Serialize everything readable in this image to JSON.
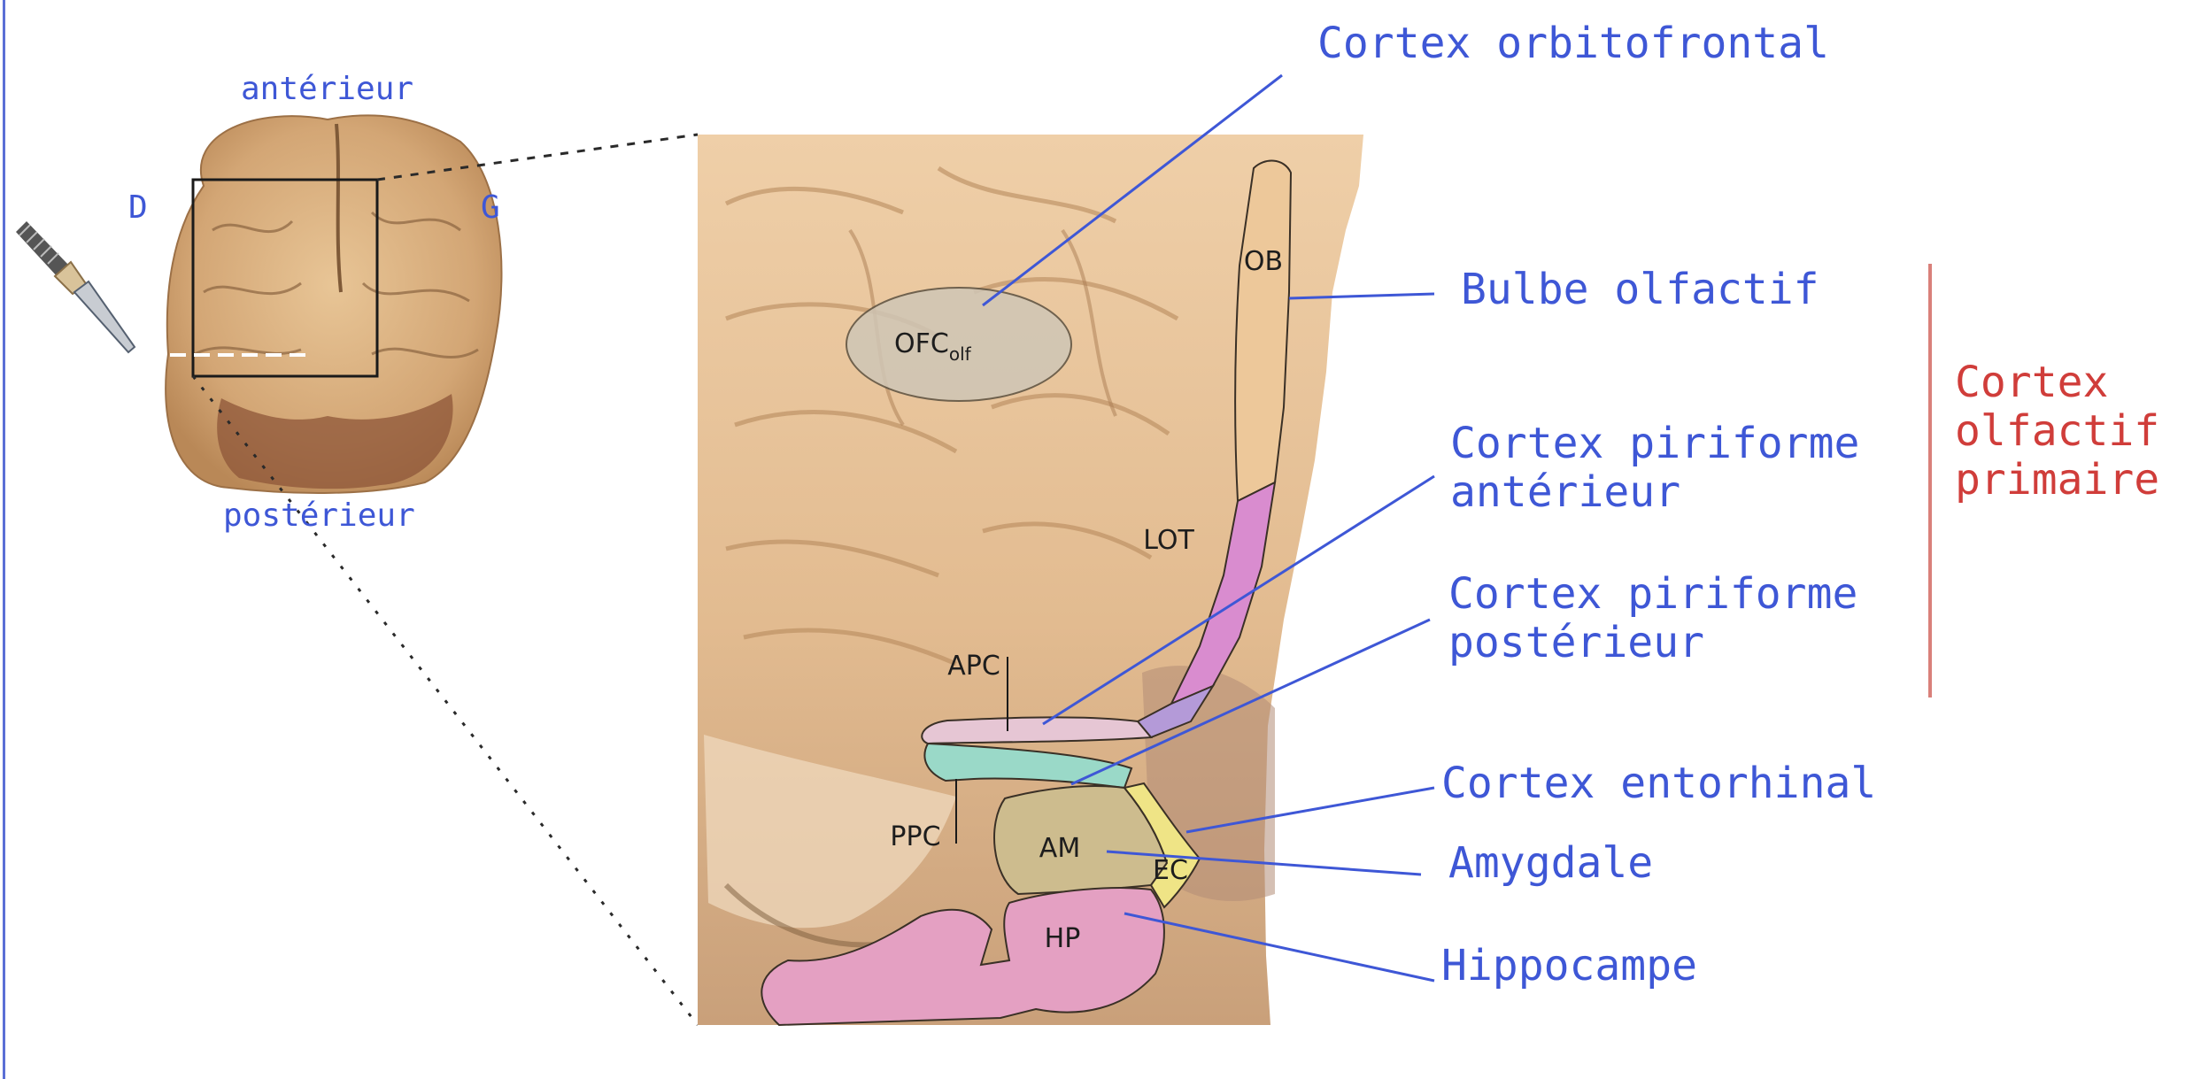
{
  "brain_view": {
    "anterior": "antérieur",
    "posterior": "postérieur",
    "right": "D",
    "left": "G"
  },
  "regions": {
    "ofc": "OFC",
    "ofc_sub": "olf",
    "ob": "OB",
    "lot": "LOT",
    "apc": "APC",
    "ppc": "PPC",
    "am": "AM",
    "ec": "EC",
    "hp": "HP"
  },
  "callouts": {
    "orbitofrontal": "Cortex orbitofrontal",
    "bulbe": "Bulbe olfactif",
    "piriforme_ant": "Cortex piriforme\nantérieur",
    "piriforme_post": "Cortex piriforme\npostérieur",
    "entorhinal": "Cortex entorhinal",
    "amygdale": "Amygdale",
    "hippocampe": "Hippocampe"
  },
  "group_label": "Cortex\nolfactif\nprimaire",
  "colors": {
    "callout_text": "#3e57d6",
    "group_text": "#d03d3a",
    "tissue": "#e8c49c",
    "ob": "#edc89a",
    "lot_pink": "#d98ccf",
    "lot_purple": "#b49ad8",
    "apc": "#e6c6d4",
    "ppc": "#9ad9c8",
    "amygdala": "#cdbc8e",
    "ec": "#efe486",
    "hp": "#e4a0c2",
    "ofc": "#cfc6b6"
  }
}
